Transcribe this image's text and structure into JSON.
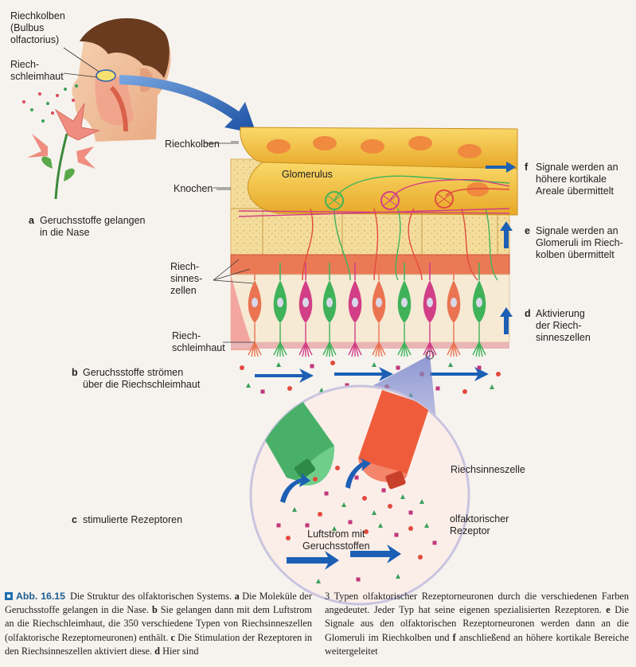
{
  "labels": {
    "bulbus": "Riechkolben\n(Bulbus\nolfactorius)",
    "schleimhaut_head": "Riech-\nschleimhaut",
    "riechkolben": "Riechkolben",
    "knochen": "Knochen",
    "glomerulus": "Glomerulus",
    "riechsinneszellen": "Riech-\nsinnes-\nzellen",
    "riechschleimhaut": "Riech-\nschleimhaut",
    "riechsinneszelle": "Riechsinneszelle",
    "rezeptor": "olfaktorischer\nRezeptor",
    "luftstrom": "Luftstrom mit\nGeruchsstoffen"
  },
  "steps": {
    "a": {
      "key": "a",
      "text": "Geruchsstoffe gelangen\nin die Nase"
    },
    "b": {
      "key": "b",
      "text": "Geruchsstoffe strömen\nüber die Riechschleimhaut"
    },
    "c": {
      "key": "c",
      "text": "stimulierte Rezeptoren"
    },
    "d": {
      "key": "d",
      "text": "Aktivierung\nder Riech-\nsinneszellen"
    },
    "e": {
      "key": "e",
      "text": "Signale werden an\nGlomeruli im Riech-\nkolben übermittelt"
    },
    "f": {
      "key": "f",
      "text": "Signale werden an\nhöhere kortikale\nAreale übermittelt"
    }
  },
  "caption": {
    "number": "Abb. 16.15",
    "left": [
      {
        "t": "Die Struktur des olfaktorischen Systems. "
      },
      {
        "b": "a"
      },
      {
        "t": " Die Moleküle der Geruchsstoffe gelangen in die Nase. "
      },
      {
        "b": "b"
      },
      {
        "t": " Sie gelangen dann mit dem Luftstrom an die Riechschleimhaut, die 350 verschiedene Typen von Riechsinneszellen (olfaktorische Rezeptorneuronen) enthält. "
      },
      {
        "b": "c"
      },
      {
        "t": " Die Stimulation der Rezeptoren in den Riechsinneszellen aktiviert diese. "
      },
      {
        "b": "d"
      },
      {
        "t": " Hier sind"
      }
    ],
    "right": [
      {
        "t": "3 Typen olfaktorischer Rezeptorneuronen durch die verschiedenen Farben angedeutet. Jeder Typ hat seine eigenen spezialisierten Rezeptoren. "
      },
      {
        "b": "e"
      },
      {
        "t": " Die Signale aus den olfaktorischen Rezeptorneuronen werden dann an die Glomeruli im Riechkolben und "
      },
      {
        "b": "f"
      },
      {
        "t": " anschließend an höhere kortikale Bereiche weitergeleitet"
      }
    ]
  },
  "colors": {
    "bulb": "#f4c84a",
    "bone": "#f3dc9a",
    "tissue": "#e9603f",
    "cell_green": "#3fb25a",
    "cell_magenta": "#d23f86",
    "cell_orange": "#ea7451",
    "arrow": "#1c5fb5",
    "caption_accent": "#1f5e95"
  }
}
